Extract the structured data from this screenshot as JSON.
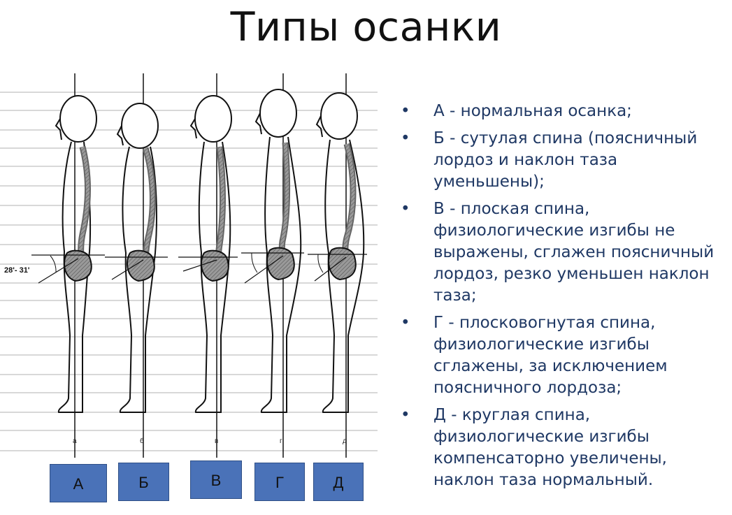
{
  "slide": {
    "title": "Типы осанки"
  },
  "figure": {
    "angle_label": "28'- 31'",
    "sub_labels": [
      "а",
      "б",
      "в",
      "г",
      "д"
    ]
  },
  "tags": [
    "А",
    "Б",
    "В",
    "Г",
    "Д"
  ],
  "posture_list": [
    "А - нормальная осанка;",
    "Б - сутулая спина (поясничный лордоз и наклон таза уменьшены);",
    "В - плоская спина, физиологические изгибы не выражены, сглажен поясничный лордоз, резко уменьшен наклон таза;",
    "Г - плосковогнутая спина, физиологические изгибы сглажены, за исключением поясничного лордоза;",
    "Д - круглая спина, физиологические изгибы компенсаторно увеличены, наклон таза нормальный."
  ],
  "bullet_symbol": "•",
  "colors": {
    "text_blue": "#1f3864",
    "tag_fill": "#4a72b8",
    "spine_fill": "#8a8a8a"
  }
}
